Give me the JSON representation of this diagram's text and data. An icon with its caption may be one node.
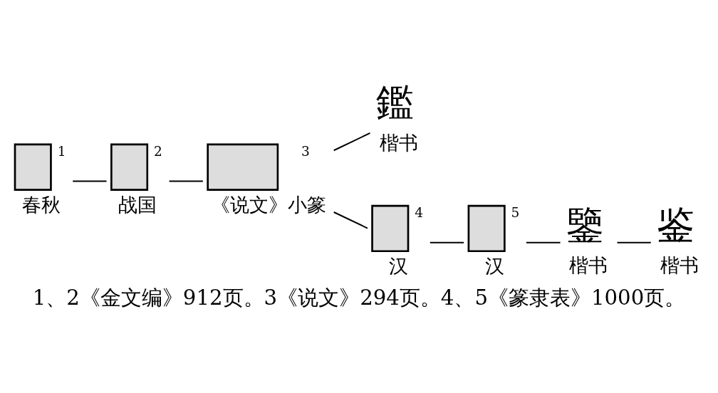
{
  "diagram": {
    "caption": "1、2《金文编》912页。3《说文》294页。4、5《篆隶表》1000页。",
    "nodes": [
      {
        "text": [],
        "shape": "box",
        "beside": [
          "1",
          "春秋"
        ]
      },
      {
        "text": [],
        "shape": "box",
        "beside": [
          "2",
          "战国"
        ]
      },
      {
        "text": [],
        "shape": "box",
        "beside": [
          "3",
          "《说文》小篆"
        ]
      },
      {
        "text": [
          "鑑"
        ],
        "beside": [
          "楷书"
        ]
      },
      {
        "text": [],
        "shape": "box",
        "beside": [
          "4",
          "汉"
        ]
      },
      {
        "text": [],
        "shape": "box",
        "beside": [
          "5",
          "汉"
        ]
      },
      {
        "text": [
          "鑒"
        ],
        "beside": [
          "楷书"
        ]
      },
      {
        "text": [
          "鉴"
        ],
        "beside": [
          "楷书"
        ]
      }
    ],
    "edges": [
      {
        "from": 0,
        "to": 1,
        "arrow": "none"
      },
      {
        "from": 1,
        "to": 2,
        "arrow": "none"
      },
      {
        "from": 2,
        "to": 3,
        "arrow": "none"
      },
      {
        "from": 2,
        "to": 4,
        "arrow": "none"
      },
      {
        "from": 4,
        "to": 5,
        "arrow": "none"
      },
      {
        "from": 5,
        "to": 6,
        "arrow": "none"
      },
      {
        "from": 6,
        "to": 7,
        "arrow": "none"
      }
    ]
  }
}
